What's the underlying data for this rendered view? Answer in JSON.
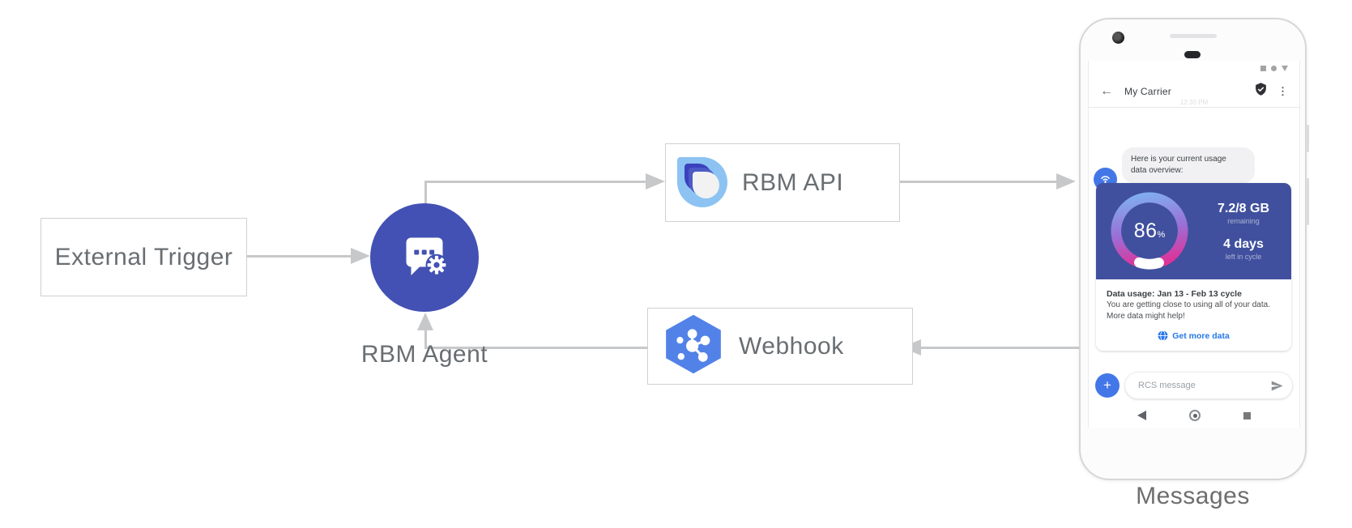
{
  "colors": {
    "indigo-agent": "#4351b4",
    "indigo-card": "#40509e",
    "blue-avatar": "#4377e8",
    "blue-link": "#2678e8",
    "blue-hex": "#5282e8",
    "logo-light": "#8cc3f2",
    "logo-dark": "#3a41bd",
    "logo-mid": "#4c5ac5",
    "arrow-gray": "#c7c8ca",
    "box-border": "#cfd0d2",
    "label-gray": "#696e72",
    "gauge-blue": "#7eb3f2",
    "gauge-purple": "#9a6fd6",
    "gauge-pink": "#e62c92"
  },
  "diagram": {
    "external_trigger_label": "External Trigger",
    "rbm_agent_label": "RBM Agent",
    "rbm_api_label": "RBM API",
    "webhook_label": "Webhook",
    "device_label": "Messages"
  },
  "phone": {
    "header": {
      "back_glyph": "←",
      "title": "My Carrier",
      "menu_glyph": "⋮"
    },
    "ghost_time": "12:30 PM",
    "bubble": {
      "line1": "Here is your current usage",
      "line2": "data overview:"
    },
    "usage_card": {
      "percent_value": 86,
      "percent_label": "86",
      "percent_symbol": "%",
      "data_amount": "7.2/8 GB",
      "data_sub": "remaining",
      "days": "4 days",
      "days_sub": "left in cycle",
      "title": "Data usage: Jan 13 - Feb 13 cycle",
      "body_line1": "You are getting close to using all of your data.",
      "body_line2": "More data might help!",
      "action_label": "Get more data"
    },
    "compose": {
      "plus_glyph": "+",
      "placeholder": "RCS message"
    }
  }
}
